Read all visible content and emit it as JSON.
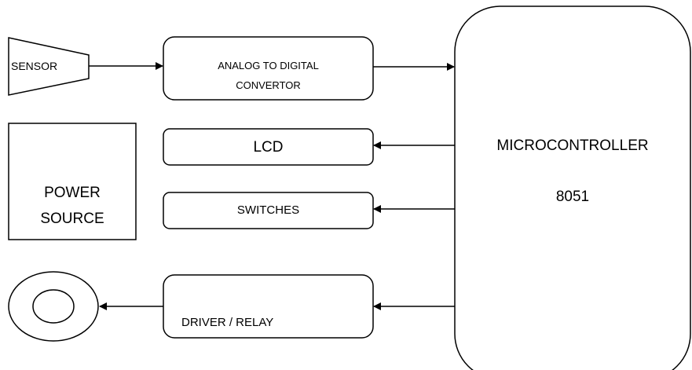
{
  "diagram": {
    "sensor_label": "SENSOR",
    "adc_label_line1": "ANALOG TO DIGITAL",
    "adc_label_line2": "CONVERTOR",
    "lcd_label": "LCD",
    "switches_label": "SWITCHES",
    "power_label_line1": "POWER",
    "power_label_line2": "SOURCE",
    "driver_label": "DRIVER / RELAY",
    "mcu_label": "MICROCONTROLLER",
    "mcu_model": "8051"
  },
  "style": {
    "stroke_color": "#000000",
    "fill_color": "#ffffff",
    "text_color": "#000000"
  }
}
